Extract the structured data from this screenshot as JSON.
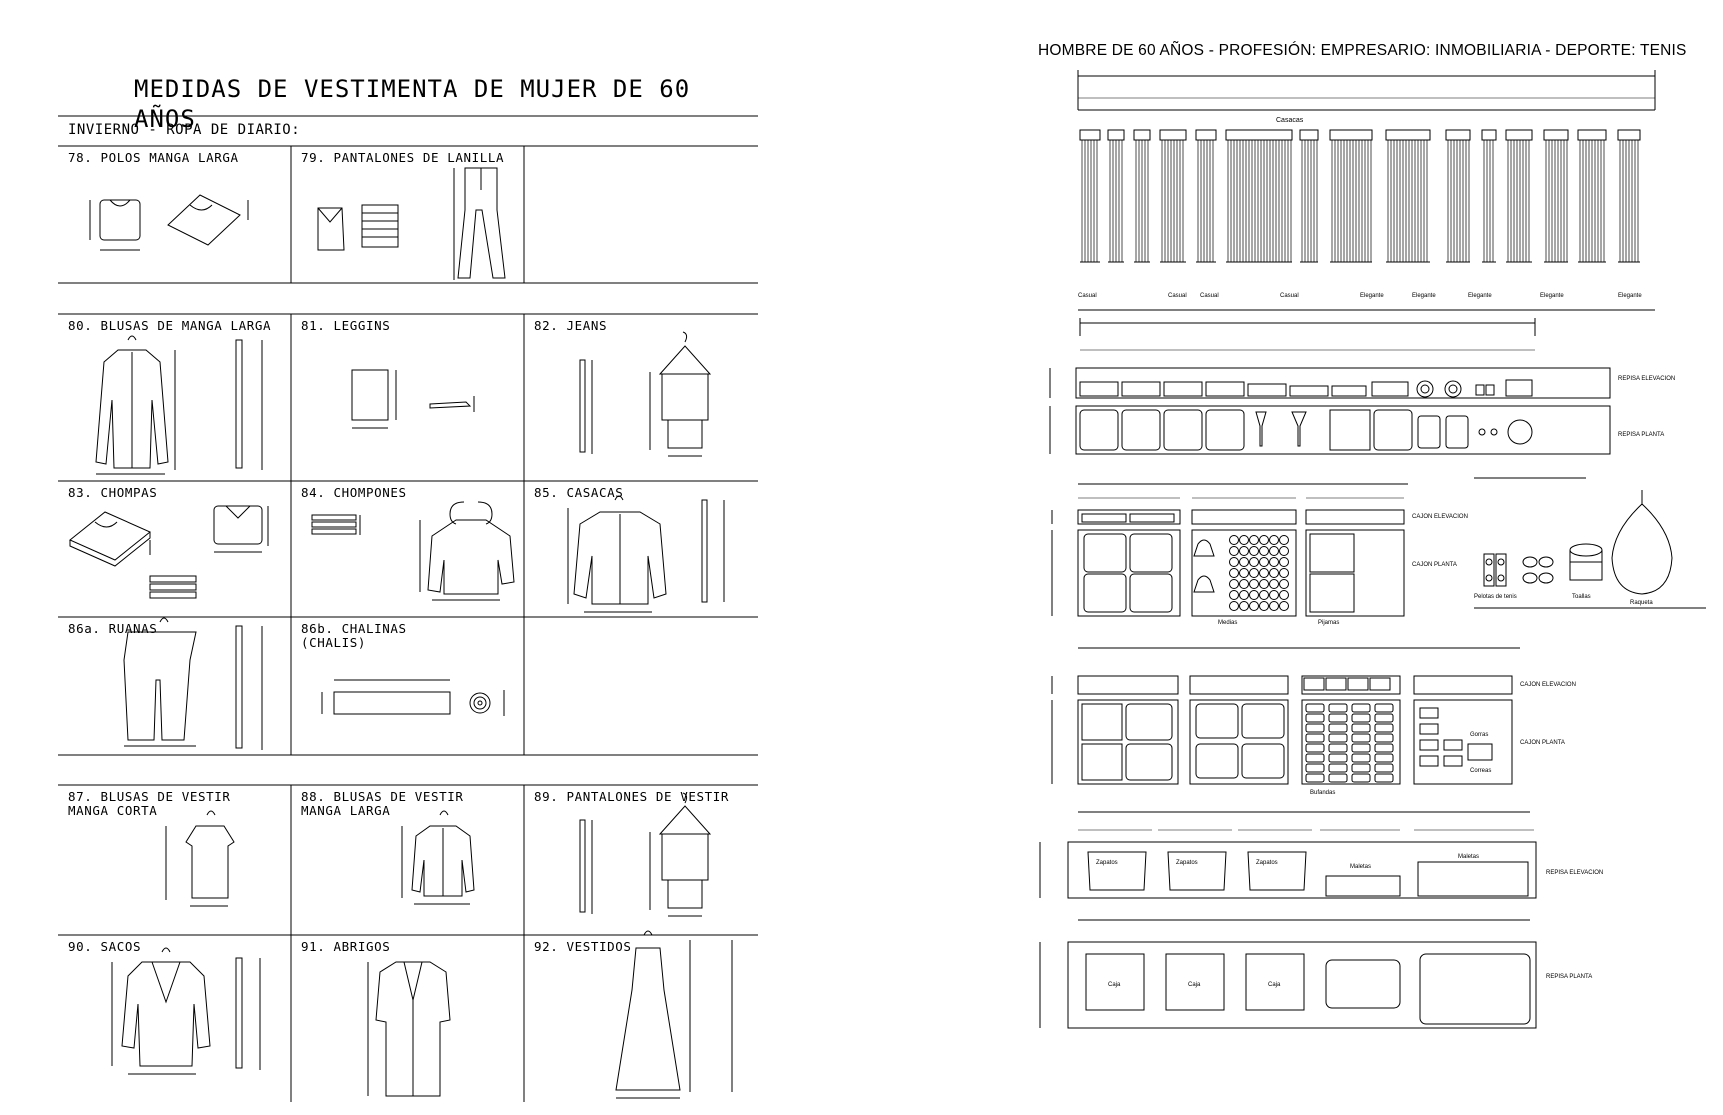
{
  "left_sheet": {
    "title": "MEDIDAS DE VESTIMENTA DE MUJER DE 60 AÑOS",
    "subtitle": "INVIERNO - ROPA DE DIARIO:",
    "cells": [
      {
        "label": "78. POLOS MANGA LARGA"
      },
      {
        "label": "79. PANTALONES DE LANILLA"
      },
      {
        "label": "80. BLUSAS DE MANGA LARGA"
      },
      {
        "label": "81. LEGGINS"
      },
      {
        "label": "82. JEANS"
      },
      {
        "label": "83. CHOMPAS"
      },
      {
        "label": "84. CHOMPONES"
      },
      {
        "label": "85. CASACAS"
      },
      {
        "label": "86a. RUANAS"
      },
      {
        "label": "86b. CHALINAS\n(CHALIS)"
      },
      {
        "label": "87. BLUSAS DE VESTIR\nMANGA CORTA"
      },
      {
        "label": "88. BLUSAS DE VESTIR\nMANGA LARGA"
      },
      {
        "label": "89. PANTALONES DE VESTIR"
      },
      {
        "label": "90. SACOS"
      },
      {
        "label": "91. ABRIGOS"
      },
      {
        "label": "92. VESTIDOS"
      }
    ]
  },
  "right_sheet": {
    "title": "HOMBRE DE 60 AÑOS - PROFESIÓN: EMPRESARIO: INMOBILIARIA - DEPORTE: TENIS",
    "labels": {
      "casacas": "Casacas",
      "casual": "Casual",
      "elegante": "Elegante",
      "repisa_elev": "REPISA ELEVACION",
      "repisa_planta": "REPISA PLANTA",
      "cajon_elev": "CAJON ELEVACION",
      "cajon_planta": "CAJON PLANTA",
      "pelotas": "Pelotas de tenis",
      "toallas": "Toallas",
      "raqueta": "Raqueta",
      "pijamas": "Pijamas",
      "bufandas": "Bufandas",
      "medias": "Medias",
      "gorras": "Gorras",
      "correas": "Correas",
      "caja": "Caja",
      "maletas": "Maletas",
      "zapatos": "Zapatos"
    }
  },
  "colors": {
    "ink": "#000000",
    "paper": "#ffffff",
    "grey": "#555555"
  }
}
